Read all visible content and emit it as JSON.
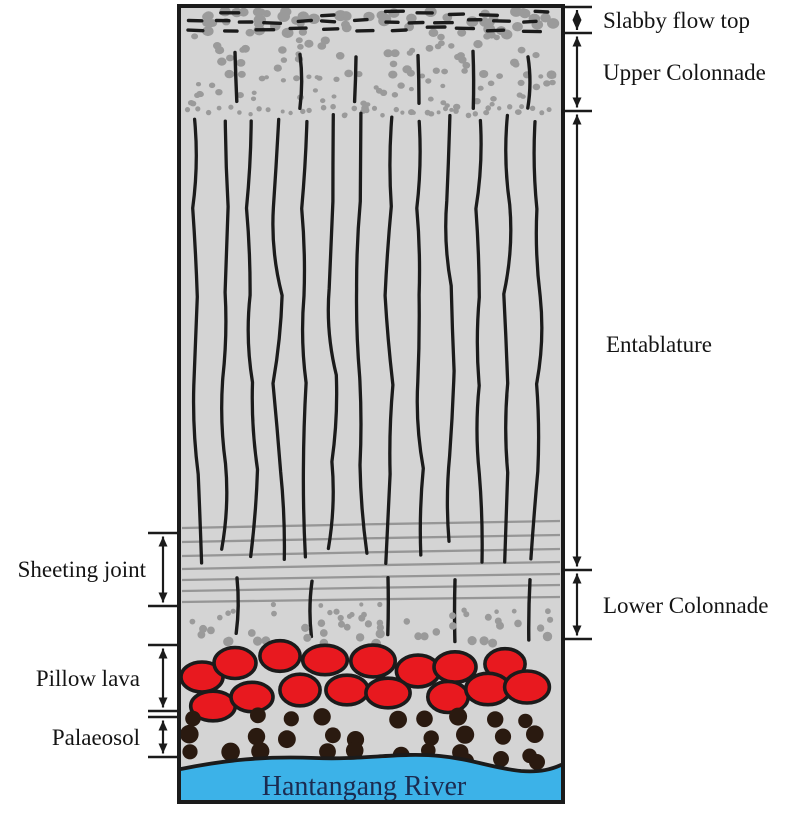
{
  "labels": {
    "slabby_flow_top": "Slabby flow top",
    "upper_colonnade": "Upper Colonnade",
    "entablature": "Entablature",
    "sheeting_joint": "Sheeting joint",
    "lower_colonnade": "Lower Colonnade",
    "pillow_lava": "Pillow lava",
    "palaeosol": "Palaeosol",
    "river": "Hantangang River"
  },
  "colors": {
    "column_fill": "#d4d4d4",
    "outline": "#1b1b1b",
    "speckle_gray": "#9a9a9a",
    "sheeting_gray": "#969696",
    "pillow_red": "#e8191f",
    "palaeosol_brown": "#2a1a10",
    "river_blue": "#3cb2e8",
    "river_text": "#1b2b50"
  }
}
